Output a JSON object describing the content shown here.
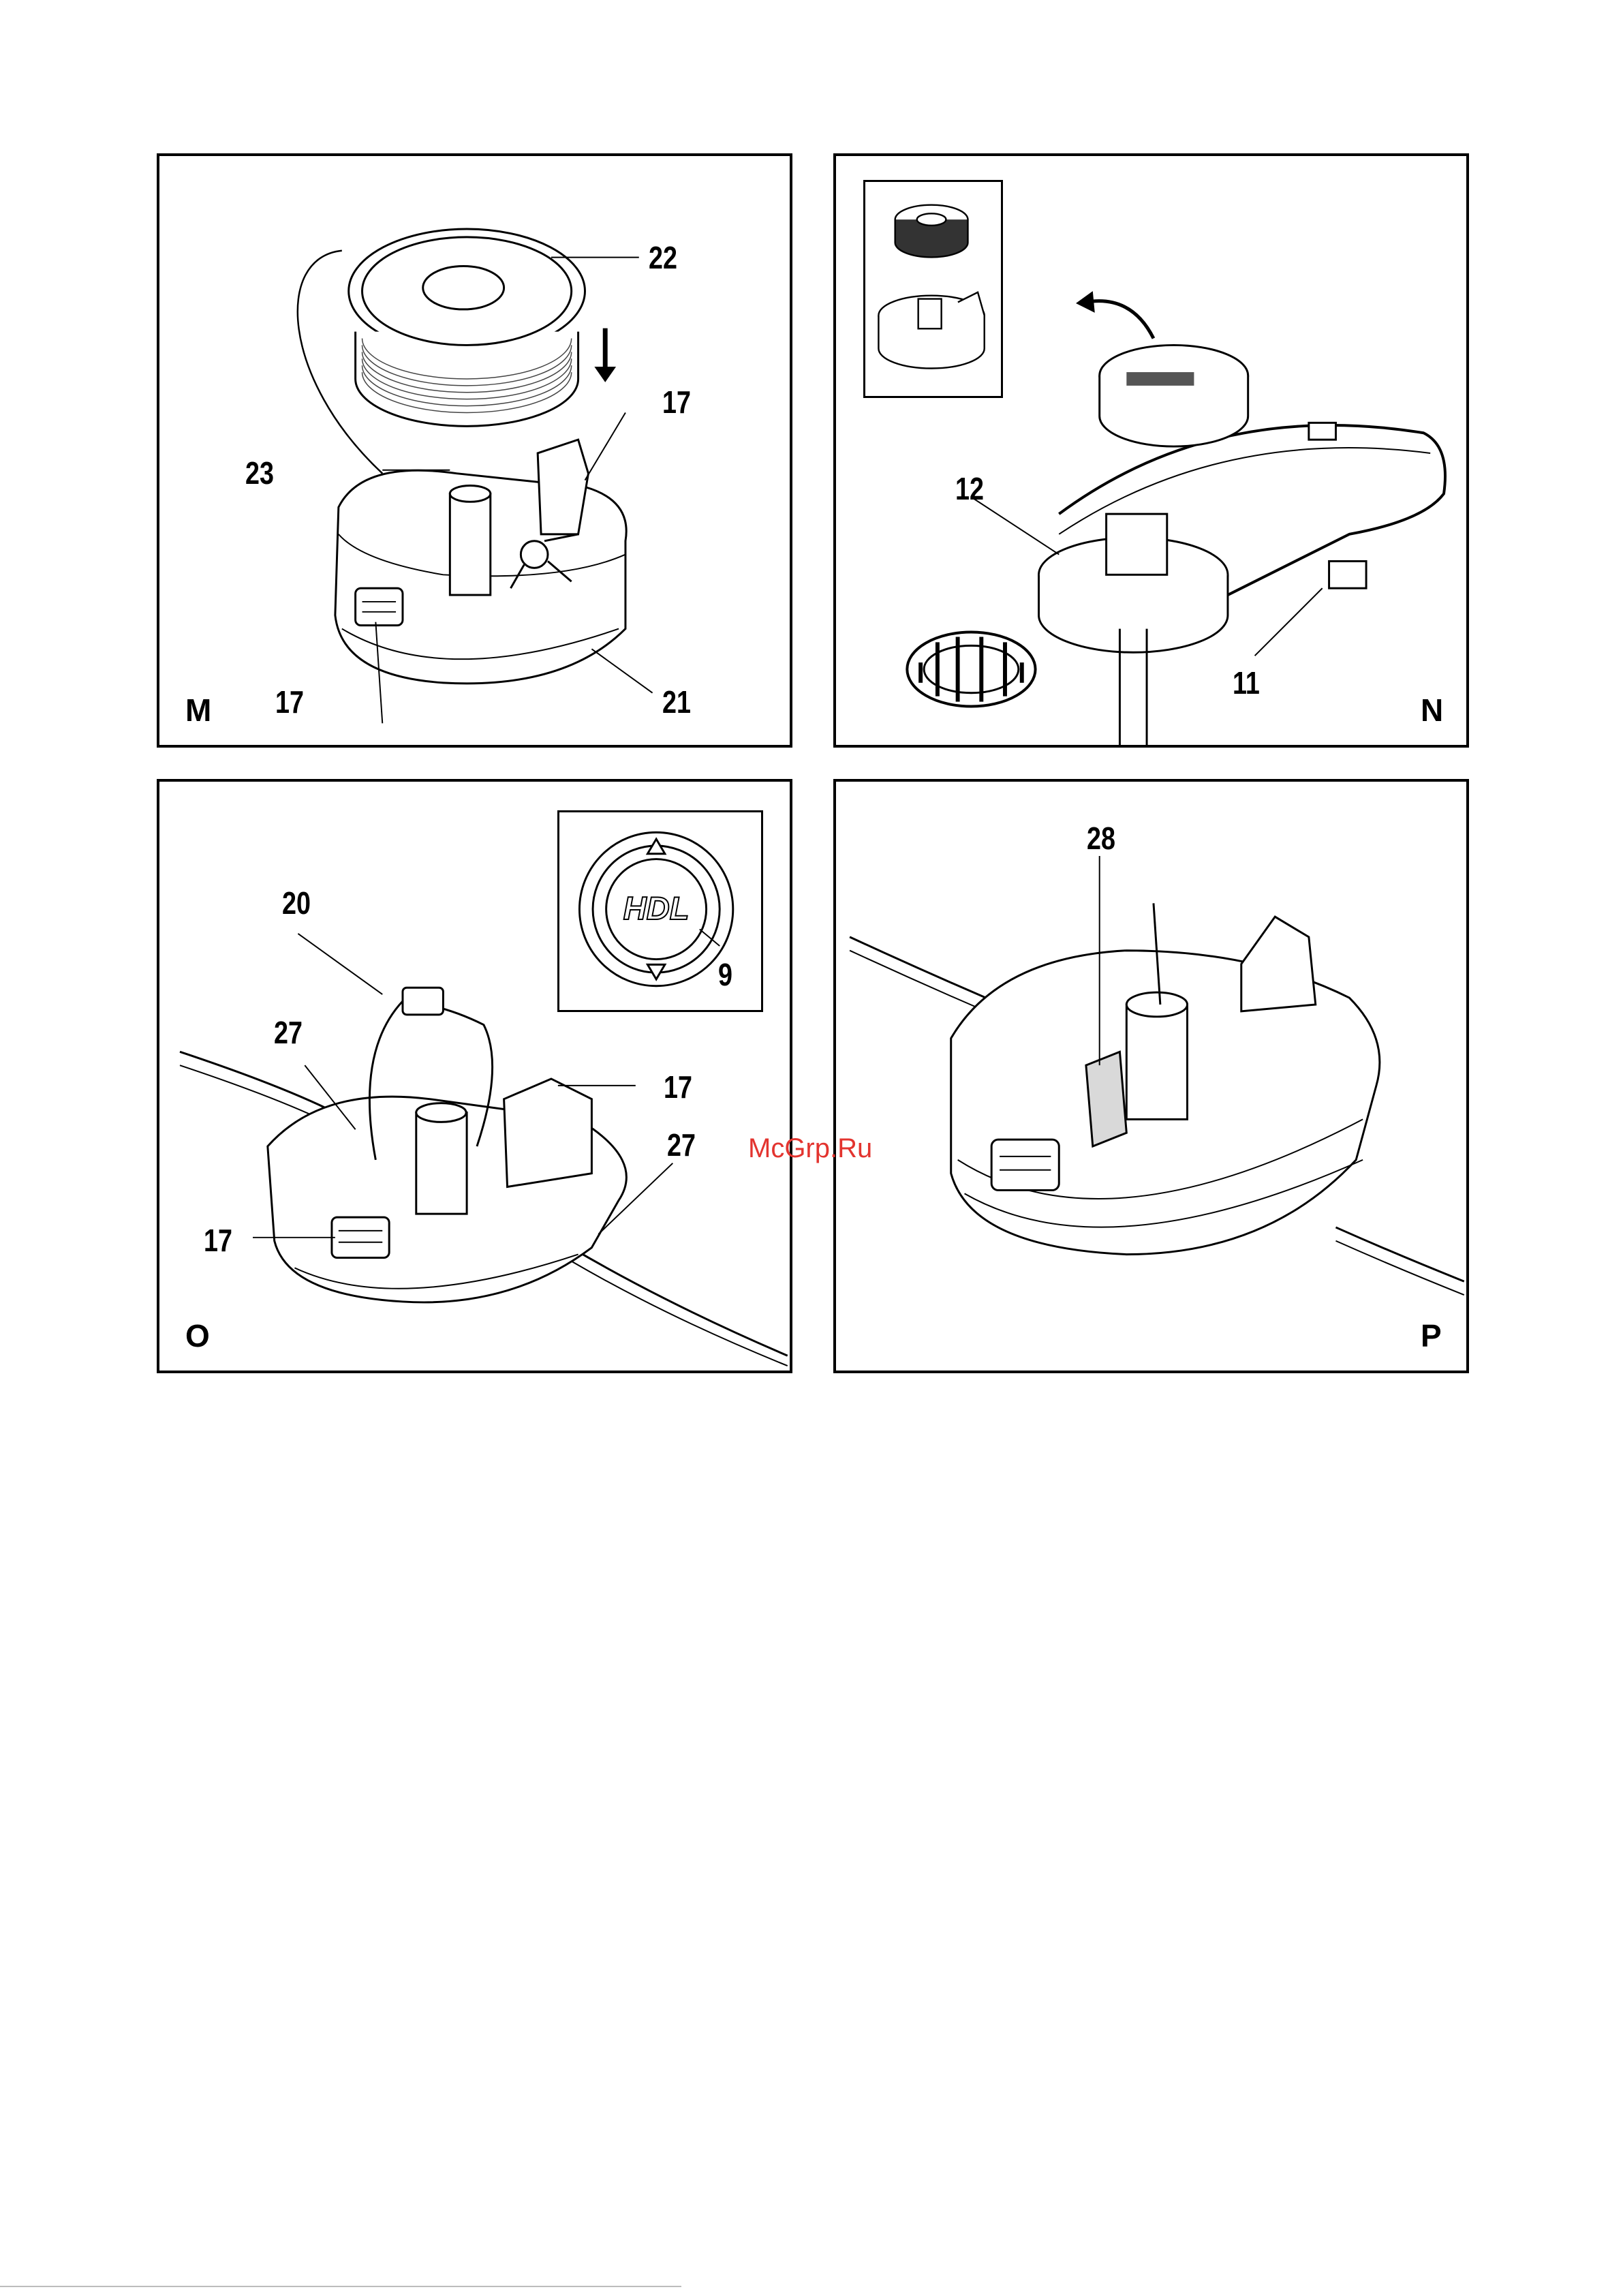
{
  "panels": {
    "m": {
      "letter": "M",
      "labels": {
        "l22": "22",
        "l17a": "17",
        "l23": "23",
        "l17b": "17",
        "l21": "21"
      }
    },
    "n": {
      "letter": "N",
      "labels": {
        "l12": "12",
        "l11": "11"
      }
    },
    "o": {
      "letter": "O",
      "labels": {
        "l20": "20",
        "l27a": "27",
        "l17a": "17",
        "l27b": "27",
        "l17b": "17",
        "l9": "9"
      },
      "badge_text": "HDL"
    },
    "p": {
      "letter": "P",
      "labels": {
        "l28": "28"
      }
    }
  },
  "watermark": "McGrp.Ru",
  "colors": {
    "watermark": "#e3342f",
    "line": "#000000",
    "shade": "#d9d9d9"
  }
}
